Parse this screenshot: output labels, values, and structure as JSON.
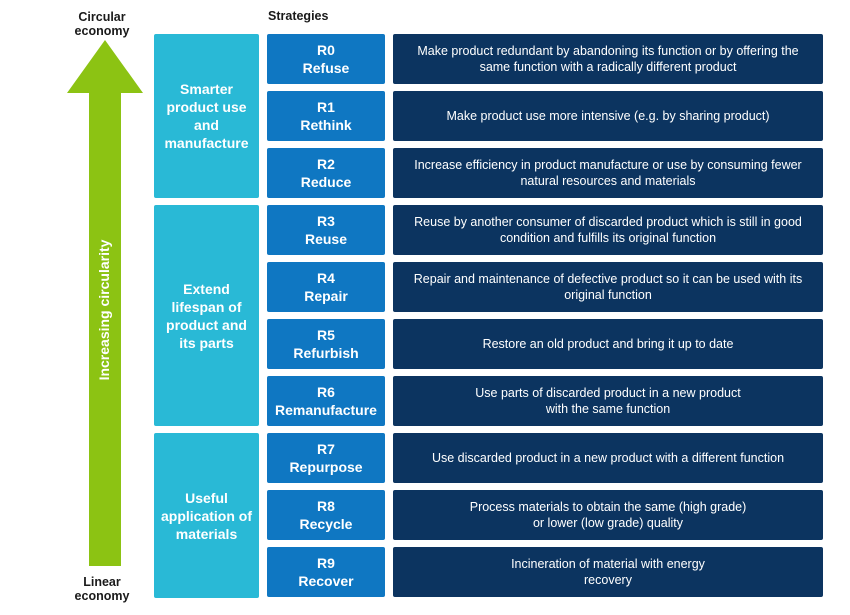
{
  "header": {
    "top_label": "Circular\neconomy",
    "bottom_label": "Linear\neconomy",
    "strategies_title": "Strategies",
    "arrow_label": "Increasing circularity"
  },
  "colors": {
    "arrow": "#8cc313",
    "group": "#29b9d6",
    "code": "#0f77c2",
    "description": "#0c3460"
  },
  "groups": [
    {
      "label": "Smarter product use and manufacture"
    },
    {
      "label": "Extend lifespan of product and its parts"
    },
    {
      "label": "Useful application of materials"
    }
  ],
  "strategies": [
    {
      "code": "R0",
      "name": "Refuse",
      "description": "Make product redundant by abandoning its function or by offering the same function with a radically different product"
    },
    {
      "code": "R1",
      "name": "Rethink",
      "description": "Make product use more intensive (e.g. by sharing product)"
    },
    {
      "code": "R2",
      "name": "Reduce",
      "description": "Increase efficiency in product manufacture or use by consuming fewer natural resources and materials"
    },
    {
      "code": "R3",
      "name": "Reuse",
      "description": "Reuse by another consumer of discarded product which is still in good condition and fulfills its original function"
    },
    {
      "code": "R4",
      "name": "Repair",
      "description": "Repair and maintenance of defective product so it can be used with its original function"
    },
    {
      "code": "R5",
      "name": "Refurbish",
      "description": "Restore an old product and bring it up to date"
    },
    {
      "code": "R6",
      "name": "Remanufacture",
      "description": "Use parts of discarded product in a new product\nwith the same function"
    },
    {
      "code": "R7",
      "name": "Repurpose",
      "description": "Use discarded product in a new product with a different function"
    },
    {
      "code": "R8",
      "name": "Recycle",
      "description": "Process materials to obtain the same (high grade)\nor  lower (low grade) quality"
    },
    {
      "code": "R9",
      "name": "Recover",
      "description": "Incineration of material with energy\nrecovery"
    }
  ]
}
